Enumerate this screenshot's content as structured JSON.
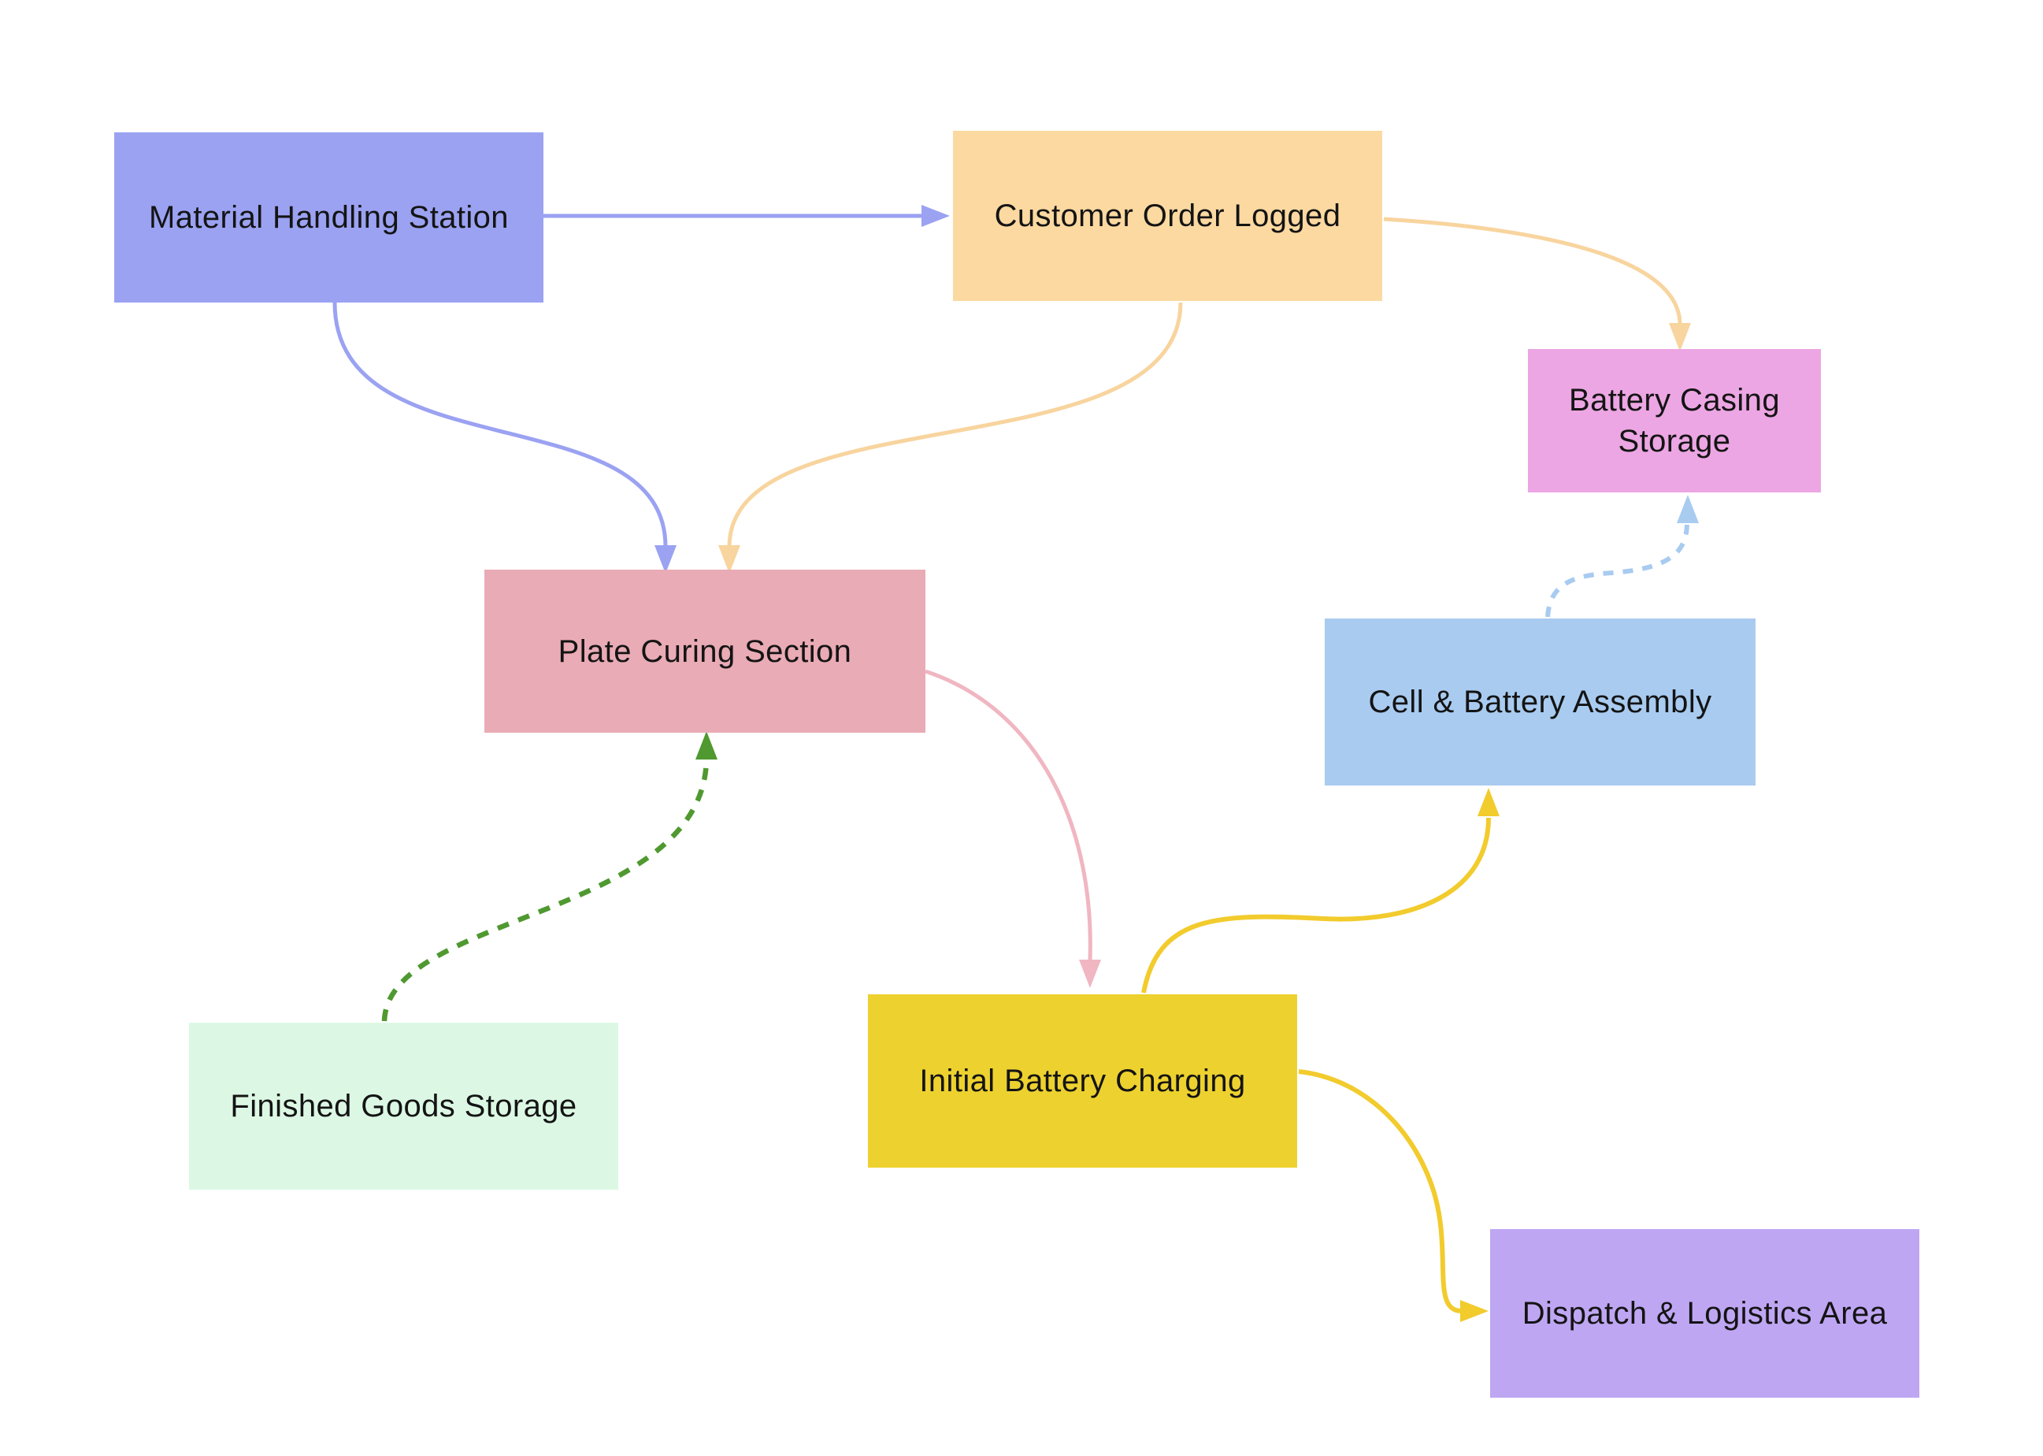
{
  "diagram": {
    "background_color": "#ffffff",
    "text_color": "#141414",
    "nodes": {
      "material": {
        "label": "Material Handling Station",
        "color": "#9BA2F2"
      },
      "customer": {
        "label": "Customer Order Logged",
        "color": "#FBD9A1"
      },
      "casing": {
        "label": "Battery Casing Storage",
        "color": "#ECA6E3"
      },
      "plate": {
        "label": "Plate Curing Section",
        "color": "#E9ABB5"
      },
      "cell": {
        "label": "Cell & Battery Assembly",
        "color": "#A9CBF0"
      },
      "finished": {
        "label": "Finished Goods Storage",
        "color": "#DCF8E4"
      },
      "initial": {
        "label": "Initial Battery Charging",
        "color": "#EDD12F"
      },
      "dispatch": {
        "label": "Dispatch & Logistics Area",
        "color": "#BFA6F3"
      }
    },
    "edges": [
      {
        "from": "material",
        "to": "customer",
        "line": "solid",
        "color": "#9BA2F2"
      },
      {
        "from": "material",
        "to": "plate",
        "line": "solid",
        "color": "#9BA2F2"
      },
      {
        "from": "customer",
        "to": "plate",
        "line": "solid",
        "color": "#F8D49E"
      },
      {
        "from": "customer",
        "to": "casing",
        "line": "solid",
        "color": "#F8D49E"
      },
      {
        "from": "finished",
        "to": "plate",
        "line": "dashed",
        "color": "#4F9930"
      },
      {
        "from": "plate",
        "to": "initial",
        "line": "solid",
        "color": "#F0B6C2"
      },
      {
        "from": "initial",
        "to": "cell",
        "line": "solid",
        "color": "#F2CB2D"
      },
      {
        "from": "cell",
        "to": "casing",
        "line": "dashed",
        "color": "#A8CBF0"
      },
      {
        "from": "initial",
        "to": "dispatch",
        "line": "solid",
        "color": "#F2CB2D"
      }
    ]
  }
}
